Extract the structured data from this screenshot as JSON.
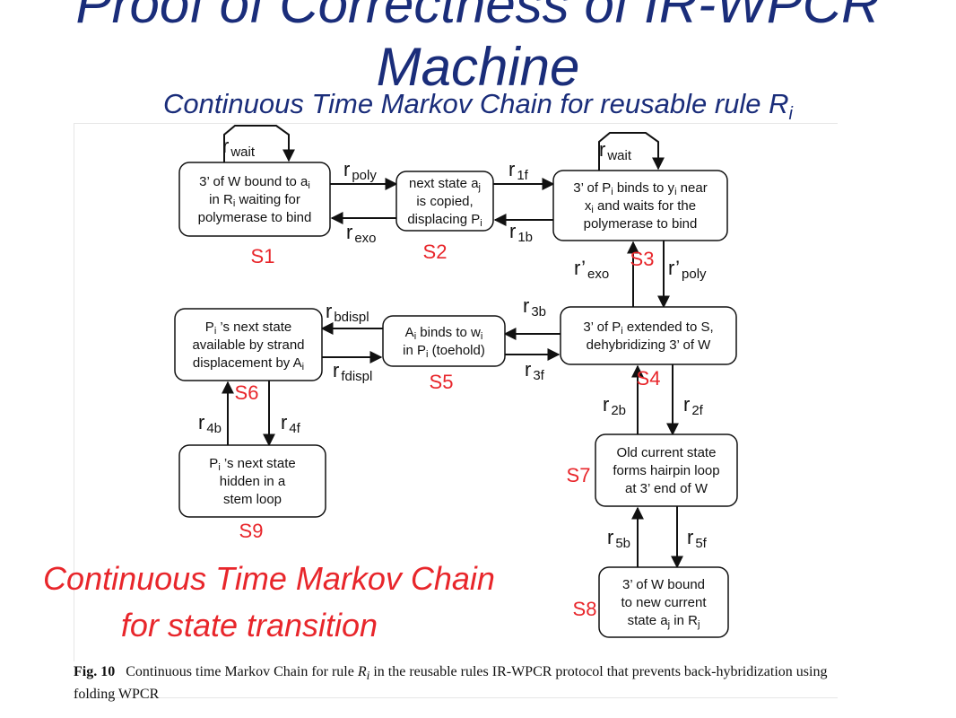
{
  "title": {
    "line1": "Proof of Correctness of IR-WPCR",
    "line2": "Machine"
  },
  "subtitle": {
    "text": "Continuous Time Markov Chain for reusable rule R",
    "sub": "i"
  },
  "nodes": [
    {
      "id": "S1",
      "label": "S1",
      "lines": [
        [
          "3’ of W bound to a",
          "i",
          ""
        ],
        [
          "in R",
          "i",
          " waiting for"
        ],
        [
          "polymerase to bind"
        ]
      ]
    },
    {
      "id": "S2",
      "label": "S2",
      "lines": [
        [
          "next state a",
          "j",
          ""
        ],
        [
          "is copied,"
        ],
        [
          "displacing P",
          "i",
          ""
        ]
      ]
    },
    {
      "id": "S3",
      "label": "S3",
      "lines": [
        [
          "3’ of P",
          "i",
          " binds to y",
          "i",
          " near"
        ],
        [
          "x",
          "i",
          " and waits for the"
        ],
        [
          "polymerase to bind"
        ]
      ]
    },
    {
      "id": "S4",
      "label": "S4",
      "lines": [
        [
          "3’ of P",
          "i",
          " extended to S,"
        ],
        [
          "dehybridizing 3’ of W"
        ]
      ]
    },
    {
      "id": "S5",
      "label": "S5",
      "lines": [
        [
          "A",
          "i",
          " binds to  w",
          "i",
          ""
        ],
        [
          "in P",
          "i",
          " (toehold)"
        ]
      ]
    },
    {
      "id": "S6",
      "label": "S6",
      "lines": [
        [
          "P",
          "i",
          " ’s next state"
        ],
        [
          "available by strand"
        ],
        [
          "displacement by A",
          "i",
          ""
        ]
      ]
    },
    {
      "id": "S7",
      "label": "S7",
      "lines": [
        [
          "Old current state"
        ],
        [
          "forms hairpin loop"
        ],
        [
          "at 3’ end of W"
        ]
      ]
    },
    {
      "id": "S8",
      "label": "S8",
      "lines": [
        [
          "3’ of W bound"
        ],
        [
          "to new current"
        ],
        [
          "state a",
          "j",
          " in R",
          "j",
          ""
        ]
      ]
    },
    {
      "id": "S9",
      "label": "S9",
      "lines": [
        [
          "P",
          "i",
          " ’s next state"
        ],
        [
          "hidden in a"
        ],
        [
          "stem loop"
        ]
      ]
    }
  ],
  "rates": [
    {
      "id": "r-wait-s1",
      "base": "r",
      "sub": "wait"
    },
    {
      "id": "r-wait-s3",
      "base": "r",
      "sub": "wait"
    },
    {
      "id": "r-poly",
      "base": "r",
      "sub": "poly"
    },
    {
      "id": "r-exo",
      "base": "r",
      "sub": "exo"
    },
    {
      "id": "r-1f",
      "base": "r",
      "sub": "1f"
    },
    {
      "id": "r-1b",
      "base": "r",
      "sub": "1b"
    },
    {
      "id": "r-prime-exo",
      "base": "r’",
      "sub": "exo"
    },
    {
      "id": "r-prime-poly",
      "base": "r’",
      "sub": "poly"
    },
    {
      "id": "r-bdispl",
      "base": "r",
      "sub": "bdispl"
    },
    {
      "id": "r-fdispl",
      "base": "r",
      "sub": "fdispl"
    },
    {
      "id": "r-3b",
      "base": "r",
      "sub": "3b"
    },
    {
      "id": "r-3f",
      "base": "r",
      "sub": "3f"
    },
    {
      "id": "r-4b",
      "base": "r",
      "sub": "4b"
    },
    {
      "id": "r-4f",
      "base": "r",
      "sub": "4f"
    },
    {
      "id": "r-2b",
      "base": "r",
      "sub": "2b"
    },
    {
      "id": "r-2f",
      "base": "r",
      "sub": "2f"
    },
    {
      "id": "r-5b",
      "base": "r",
      "sub": "5b"
    },
    {
      "id": "r-5f",
      "base": "r",
      "sub": "5f"
    }
  ],
  "annotation": {
    "line1": "Continuous Time Markov Chain",
    "line2": "for state transition"
  },
  "caption": {
    "fig": "Fig. 10",
    "text_before": "Continuous time Markov Chain for rule ",
    "rule_base": "R",
    "rule_sub": "i",
    "text_after": " in the reusable rules IR-WPCR protocol that prevents back-hybridization using folding WPCR"
  },
  "colors": {
    "title": "#1a2d7a",
    "state_label": "#e8262b",
    "annotation": "#e8262b"
  }
}
